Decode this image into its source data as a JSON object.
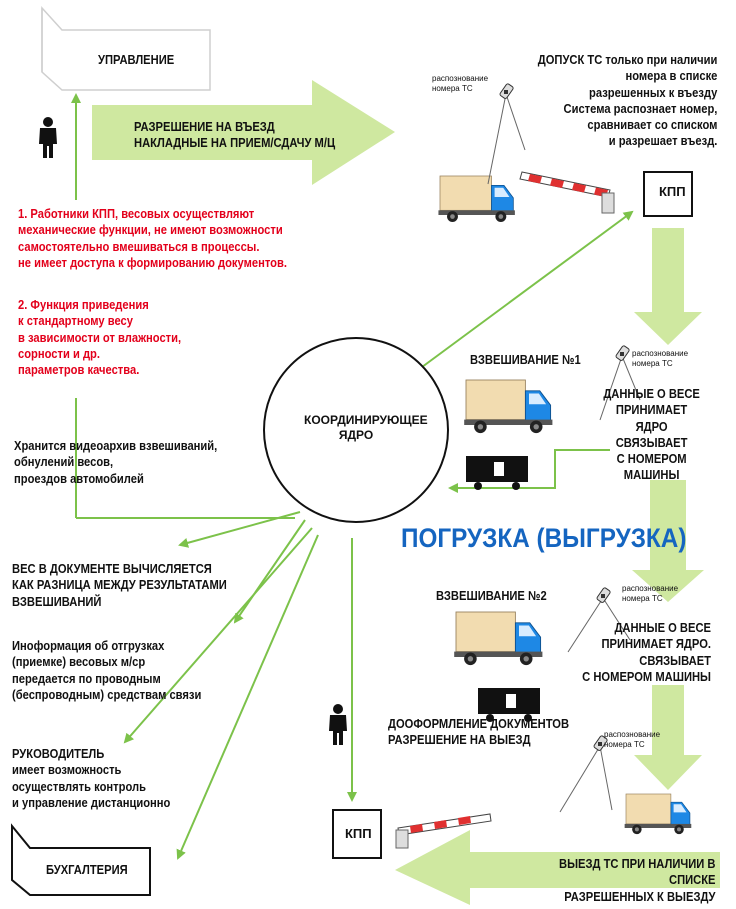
{
  "boxes": {
    "management": "УПРАВЛЕНИЕ",
    "kpp_top": "КПП",
    "kpp_bottom": "КПП",
    "accounting": "БУХГАЛТЕРИЯ",
    "core": "КООРДИНИРУЮЩЕЕ\nЯДРО"
  },
  "arrows": {
    "entry_permit": "РАЗРЕШЕНИЕ НА ВЪЕЗД\nНАКЛАДНЫЕ НА ПРИЕМ/СДАЧУ М/Ц",
    "exit_permit": "ВЫЕЗД ТС ПРИ НАЛИЧИИ В СПИСКЕ\nРАЗРЕШЕННЫХ К ВЫЕЗДУ"
  },
  "notes": {
    "admission": "ДОПУСК ТС только при наличии\nномера в списке\nразрешенных к въезду\nСистема распознает номер,\nсравнивает со списком\nи разрешает въезд.",
    "recognition_1": "распознование\nномера ТС",
    "recognition_2": "распознование\nномера ТС",
    "recognition_3": "распознование\nномера ТС",
    "recognition_4": "распознование\nномера ТС",
    "red_1": "1. Работники КПП, весовых осуществляют\nмеханические функции, не имеют возможности\nсамостоятельно вмешиваться в процессы.\nне имеет доступа к формированию документов.",
    "red_2": "2. Функция приведения\nк стандартному весу\nв зависимости от влажности,\nсорности и др.\nпараметров качества.",
    "archive": "Хранится видеоархив взвешиваний,\nобнулений весов,\nпроездов автомобилей",
    "weight_doc": "ВЕС В ДОКУМЕНТЕ ВЫЧИСЛЯЕТСЯ\nКАК РАЗНИЦА МЕЖДУ РЕЗУЛЬТАТАМИ\nВЗВЕШИВАНИЙ",
    "info_transfer": "Иноформация об отгрузках\n(приемке) весовых м/ср\nпередается по проводным\n(беспроводным) средствам связи",
    "manager": "РУКОВОДИТЕЛЬ\nимеет возможность\nосуществлять контроль\nи управление дистанционно",
    "weighing_1": "ВЗВЕШИВАНИЕ №1",
    "weight_data_1": "ДАННЫЕ О ВЕСЕ\nПРИНИМАЕТ\nЯДРО\nСВЯЗЫВАЕТ\nС НОМЕРОМ МАШИНЫ",
    "loading": "ПОГРУЗКА (ВЫГРУЗКА)",
    "weighing_2": "ВЗВЕШИВАНИЕ №2",
    "weight_data_2": "ДАННЫЕ О ВЕСЕ\nПРИНИМАЕТ ЯДРО.\nСВЯЗЫВАЕТ\nС НОМЕРОМ МАШИНЫ",
    "documents": "ДООФОРМЛЕНИЕ ДОКУМЕНТОВ\nРАЗРЕШЕНИЕ НА ВЫЕЗД"
  },
  "colors": {
    "arrow_fill": "#cfe8a0",
    "arrow_line": "#7cc24a",
    "red_text": "#e3001b",
    "blue_title": "#1565c0",
    "truck_cab": "#1e88e5",
    "truck_box": "#f2dcb0",
    "barrier_red": "#e03030"
  }
}
